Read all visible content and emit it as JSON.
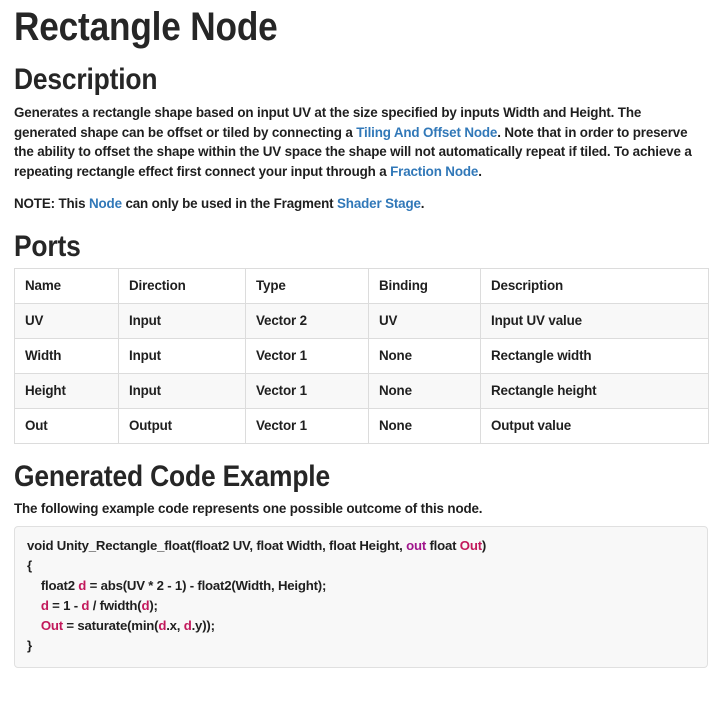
{
  "page": {
    "title": "Rectangle Node"
  },
  "description": {
    "heading": "Description",
    "paragraph": {
      "part1": "Generates a rectangle shape based on input UV at the size specified by inputs Width and Height. The generated shape can be offset or tiled by connecting a ",
      "link1": "Tiling And Offset Node",
      "part2": ". Note that in order to preserve the ability to offset the shape within the UV space the shape will not automatically repeat if tiled. To achieve a repeating rectangle effect first connect your input through a ",
      "link2": "Fraction Node",
      "part3": "."
    },
    "note": {
      "part1": "NOTE: This ",
      "link1": "Node",
      "part2": " can only be used in the Fragment ",
      "link2": "Shader Stage",
      "part3": "."
    }
  },
  "ports": {
    "heading": "Ports",
    "columns": [
      "Name",
      "Direction",
      "Type",
      "Binding",
      "Description"
    ],
    "rows": [
      {
        "name": "UV",
        "direction": "Input",
        "type": "Vector 2",
        "binding": "UV",
        "description": "Input UV value"
      },
      {
        "name": "Width",
        "direction": "Input",
        "type": "Vector 1",
        "binding": "None",
        "description": "Rectangle width"
      },
      {
        "name": "Height",
        "direction": "Input",
        "type": "Vector 1",
        "binding": "None",
        "description": "Rectangle height"
      },
      {
        "name": "Out",
        "direction": "Output",
        "type": "Vector 1",
        "binding": "None",
        "description": "Output value"
      }
    ]
  },
  "generated_code": {
    "heading": "Generated Code Example",
    "caption": "The following example code represents one possible outcome of this node.",
    "lines": {
      "l1a": "void Unity_Rectangle_float(float2 UV, float Width, float Height, ",
      "l1b": "out",
      "l1c": " float ",
      "l1d": "Out",
      "l1e": ")",
      "l2": "{",
      "l3a": "    float2 ",
      "l3b": "d",
      "l3c": " = abs(UV * 2 - 1) - float2(Width, Height);",
      "l4a": "    ",
      "l4b": "d",
      "l4c": " = 1 - ",
      "l4d": "d",
      "l4e": " / fwidth(",
      "l4f": "d",
      "l4g": ");",
      "l5a": "    ",
      "l5b": "Out",
      "l5c": " = saturate(min(",
      "l5d": "d",
      "l5e": ".x, ",
      "l5f": "d",
      "l5g": ".y));",
      "l6": "}"
    }
  },
  "colors": {
    "link": "#3178b8",
    "heading": "#262626",
    "text": "#1f1f1f",
    "keyword": "#a0158c",
    "variable": "#c2185b",
    "table_border": "#dcdcdc",
    "table_stripe": "#f8f8f8",
    "code_bg": "#f8f8f8",
    "code_border": "#e0e0e0"
  }
}
